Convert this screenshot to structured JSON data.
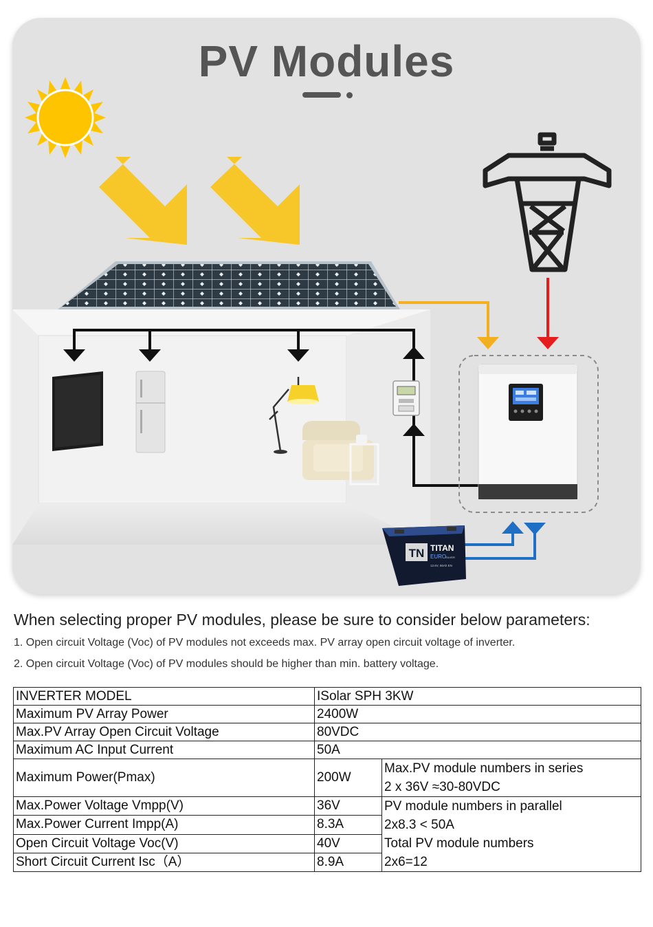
{
  "title": "PV Modules",
  "heading": "When selecting proper PV modules, please be sure to consider below parameters:",
  "notes": [
    "1. Open circuit Voltage (Voc) of PV modules not exceeds max. PV array open circuit voltage of inverter.",
    "2. Open circuit Voltage (Voc) of PV modules should be higher than min. battery voltage."
  ],
  "battery": {
    "brand_logo": "TN",
    "brand": "TITAN",
    "series": "EURO",
    "series_suffix": "SILVER",
    "rating": "12.6V, 56Ah EN"
  },
  "specs": {
    "model_label": "INVERTER MODEL",
    "model_value": "ISolar SPH 3KW",
    "rows": [
      {
        "label": "Maximum PV Array Power",
        "value": "2400W"
      },
      {
        "label": "Max.PV Array Open Circuit Voltage",
        "value": "80VDC"
      },
      {
        "label": "Maximum AC Input Current",
        "value": "50A"
      },
      {
        "label": "Maximum Power(Pmax)",
        "value": "200W"
      },
      {
        "label": "Max.Power Voltage Vmpp(V)",
        "value": "36V"
      },
      {
        "label": "Max.Power Current Impp(A)",
        "value": "8.3A"
      },
      {
        "label": "Open Circuit Voltage Voc(V)",
        "value": "40V"
      },
      {
        "label": "Short Circuit Current Isc（A）",
        "value": "8.9A"
      }
    ],
    "series_note": {
      "title": "Max.PV module numbers in series",
      "value": "2 x 36V ≈30-80VDC"
    },
    "parallel_note": {
      "title": "PV module numbers in parallel",
      "value": "2x8.3 < 50A"
    },
    "total_note": {
      "title": "Total PV module numbers",
      "value": "2x6=12"
    }
  },
  "colors": {
    "sun": "#ffc400",
    "arrow_yellow": "#f7c628",
    "pv_line": "#f2b021",
    "grid_line": "#e51d1d",
    "battery_line": "#1f6fc5",
    "wire": "#111111",
    "panel_bg": "#e2e2e2"
  },
  "icons": [
    "sun-icon",
    "sunlight-arrow-icon",
    "power-pylon-icon",
    "solar-panel-icon",
    "tv-icon",
    "fridge-icon",
    "floor-lamp-icon",
    "sofa-icon",
    "electric-meter-icon",
    "inverter-icon",
    "battery-icon"
  ]
}
